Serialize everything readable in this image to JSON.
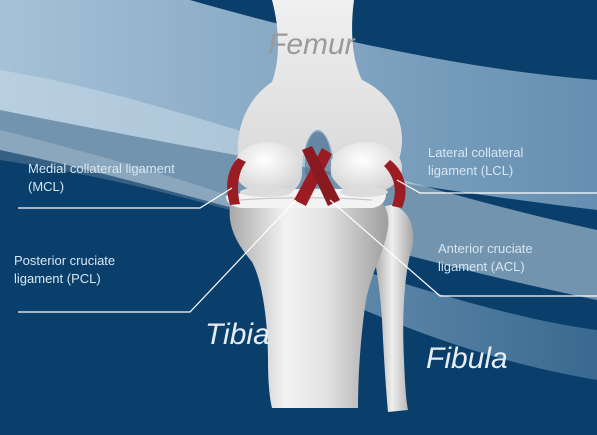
{
  "colors": {
    "background": "#0a3f6b",
    "band_light": "#a9c6dc",
    "bone": "#e6e6e6",
    "ligament": "#9b1c22",
    "leader_line": "#ffffff"
  },
  "bones": {
    "femur": "Femur",
    "tibia": "Tibia",
    "fibula": "Fibula"
  },
  "labels": {
    "mcl": {
      "line1": "Medial collateral ligament",
      "line2": "(MCL)"
    },
    "lcl": {
      "line1": "Lateral collateral",
      "line2": "ligament (LCL)"
    },
    "pcl": {
      "line1": "Posterior cruciate",
      "line2": "ligament (PCL)"
    },
    "acl": {
      "line1": "Anterior cruciate",
      "line2": "ligament (ACL)"
    }
  }
}
